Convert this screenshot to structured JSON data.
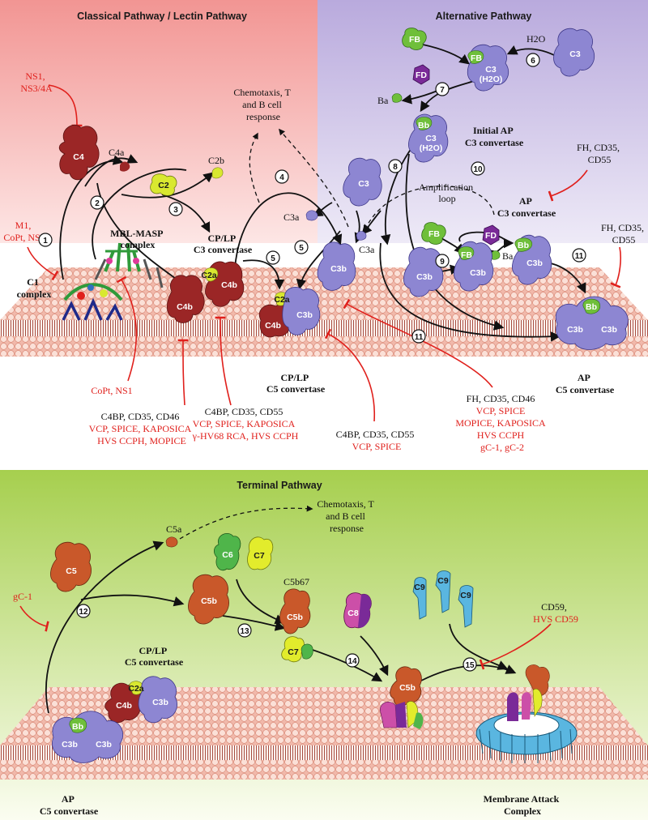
{
  "sections": {
    "classical": "Classical Pathway / Lectin Pathway",
    "alternative": "Alternative Pathway",
    "terminal": "Terminal Pathway"
  },
  "colors": {
    "classical_bg": "#f4a8a6",
    "alternative_bg": "#c7bbe3",
    "terminal_bg": "#b9d86a",
    "c4": "#9b2626",
    "c2a": "#d9e830",
    "c3": "#8d86d2",
    "factor_b": "#6fbf3a",
    "factor_d": "#7a2a98",
    "c5": "#c9582a",
    "c6": "#4fb54a",
    "c7": "#e2ec2c",
    "c8": "#cc4fa8",
    "c9": "#5ab6e0",
    "membrane": "#f5c9bd",
    "inhibitor": "#e0201c"
  },
  "top": {
    "labels": {
      "c1_complex": [
        "C1",
        "complex"
      ],
      "mbl_masp": [
        "MBL-MASP",
        "complex"
      ],
      "cp_lp_c3": [
        "CP/LP",
        "C3 convertase"
      ],
      "cp_lp_c5": [
        "CP/LP",
        "C5 convertase"
      ],
      "initial_ap": [
        "Initial AP",
        "C3 convertase"
      ],
      "ap_c3": [
        "AP",
        "C3 convertase"
      ],
      "ap_c5": [
        "AP",
        "C5 convertase"
      ],
      "amplification": [
        "Amplification",
        "loop"
      ],
      "chemotaxis": [
        "Chemotaxis, T",
        "and B cell",
        "response"
      ],
      "c4a": "C4a",
      "c2b": "C2b",
      "c3a_left": "C3a",
      "c3a_right": "C3a",
      "ba_top": "Ba",
      "ba_mid": "Ba",
      "h2o": "H2O"
    },
    "proteins": {
      "c4": "C4",
      "c2": "C2",
      "c4b_1": "C4b",
      "c2a_1": "C2a",
      "c4b_2": "C4b",
      "c4b_3": "C4b",
      "c2a_2": "C2a",
      "c3b_cp": "C3b",
      "c3_free": "C3",
      "c3b_free": "C3b",
      "fb_top": "FB",
      "fd_top": "FD",
      "fb_c3": "FB",
      "c3_h2o": "C3",
      "h2o_in": "(H2O)",
      "c3_top": "C3",
      "bb_init": "Bb",
      "c3_init": "C3",
      "h2o_init": "(H2O)",
      "fb_mid": "FB",
      "fd_mid": "FD",
      "c3b_a": "C3b",
      "fb_bound": "FB",
      "c3b_b": "C3b",
      "bb_ap": "Bb",
      "c3b_ap": "C3b",
      "bb_c5": "Bb",
      "c3b_c5a": "C3b",
      "c3b_c5b": "C3b"
    },
    "inhibitors": {
      "ns1_top": [
        "NS1,",
        "NS3/4A"
      ],
      "m1": [
        "M1,",
        "CoPt, NS1"
      ],
      "copt_ns1": "CoPt, NS1",
      "c4bp_cd46": {
        "black": "C4BP, CD35, CD46",
        "red": [
          "VCP, SPICE, KAPOSICA",
          "HVS CCPH, MOPICE"
        ]
      },
      "c4bp_cd55": {
        "black": "C4BP, CD35, CD55",
        "red": [
          "VCP, SPICE, KAPOSICA",
          "γ-HV68 RCA, HVS CCPH"
        ]
      },
      "c4bp_cd55_b": {
        "black": "C4BP, CD35, CD55",
        "red": [
          "VCP, SPICE"
        ]
      },
      "fh_cd46": {
        "black": "FH, CD35, CD46",
        "red": [
          "VCP, SPICE",
          "MOPICE, KAPOSICA",
          "HVS CCPH",
          "gC-1, gC-2"
        ]
      },
      "fh_top": [
        "FH, CD35,",
        "CD55"
      ],
      "fh_mid": [
        "FH, CD35,",
        "CD55"
      ]
    },
    "steps": [
      "1",
      "2",
      "3",
      "4",
      "5",
      "5",
      "6",
      "7",
      "8",
      "9",
      "10",
      "11",
      "11"
    ]
  },
  "bottom": {
    "labels": {
      "chemotaxis": [
        "Chemotaxis, T",
        "and B cell",
        "response"
      ],
      "c5a": "C5a",
      "c5b67": "C5b67",
      "cp_lp_c5": [
        "CP/LP",
        "C5 convertase"
      ],
      "ap_c5": [
        "AP",
        "C5 convertase"
      ],
      "mac": [
        "Membrane Attack",
        "Complex"
      ]
    },
    "proteins": {
      "c5": "C5",
      "c5b": "C5b",
      "c6": "C6",
      "c7": "C7",
      "c5b_67": "C5b",
      "c7_67": "C7",
      "c8": "C8",
      "c9_1": "C9",
      "c9_2": "C9",
      "c9_3": "C9",
      "c5b_mac": "C5b",
      "c4b": "C4b",
      "c2a": "C2a",
      "c3b_cp": "C3b",
      "bb": "Bb",
      "c3b_a": "C3b",
      "c3b_b": "C3b"
    },
    "inhibitors": {
      "gc1": "gC-1",
      "cd59": {
        "black": "CD59,",
        "red": "HVS CD59"
      }
    },
    "steps": [
      "12",
      "13",
      "14",
      "15"
    ]
  }
}
